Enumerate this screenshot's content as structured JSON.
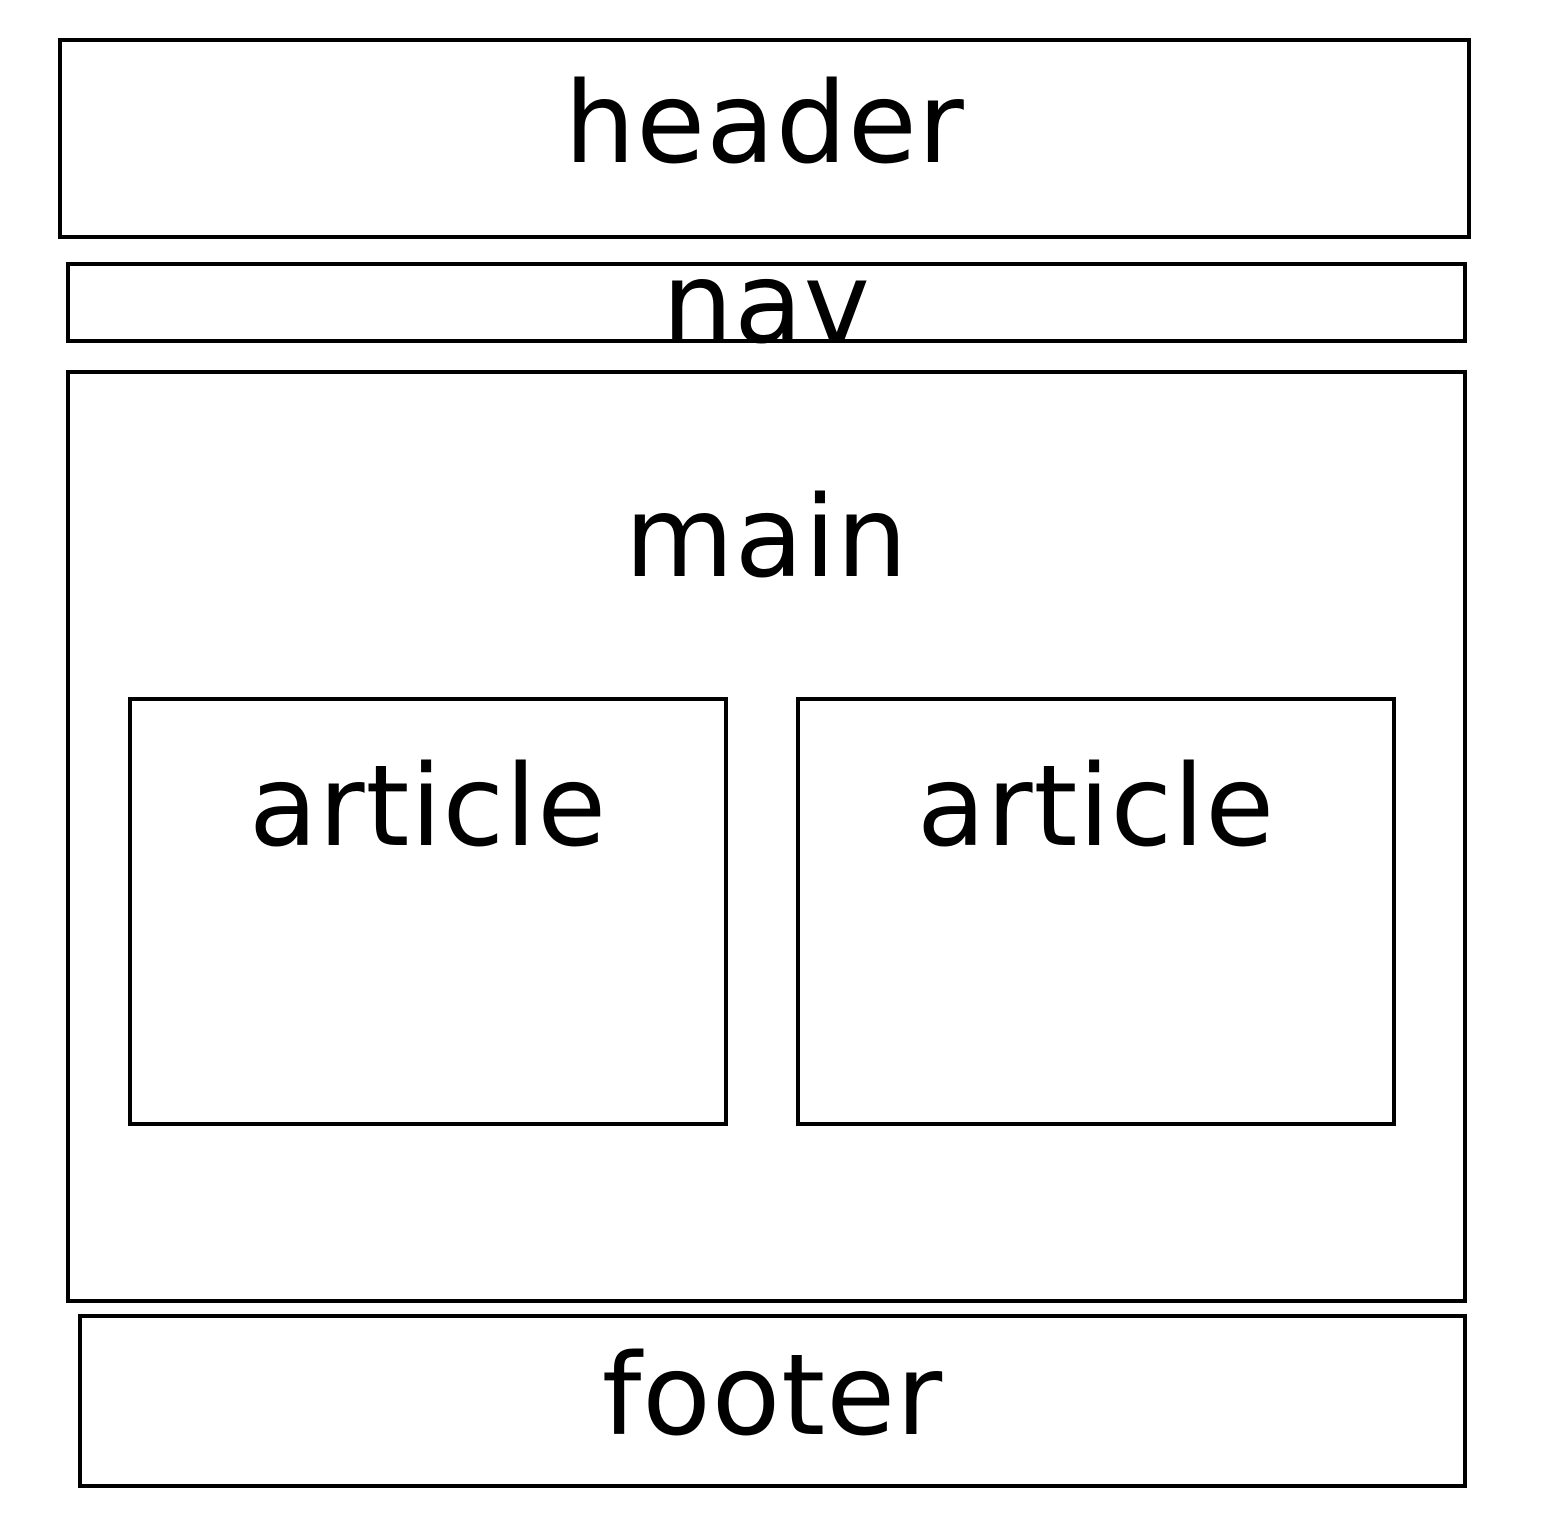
{
  "diagram": {
    "header": {
      "label": "header"
    },
    "nav": {
      "label": "nav"
    },
    "main": {
      "label": "main",
      "articles": [
        {
          "label": "article"
        },
        {
          "label": "article"
        }
      ]
    },
    "footer": {
      "label": "footer"
    }
  }
}
